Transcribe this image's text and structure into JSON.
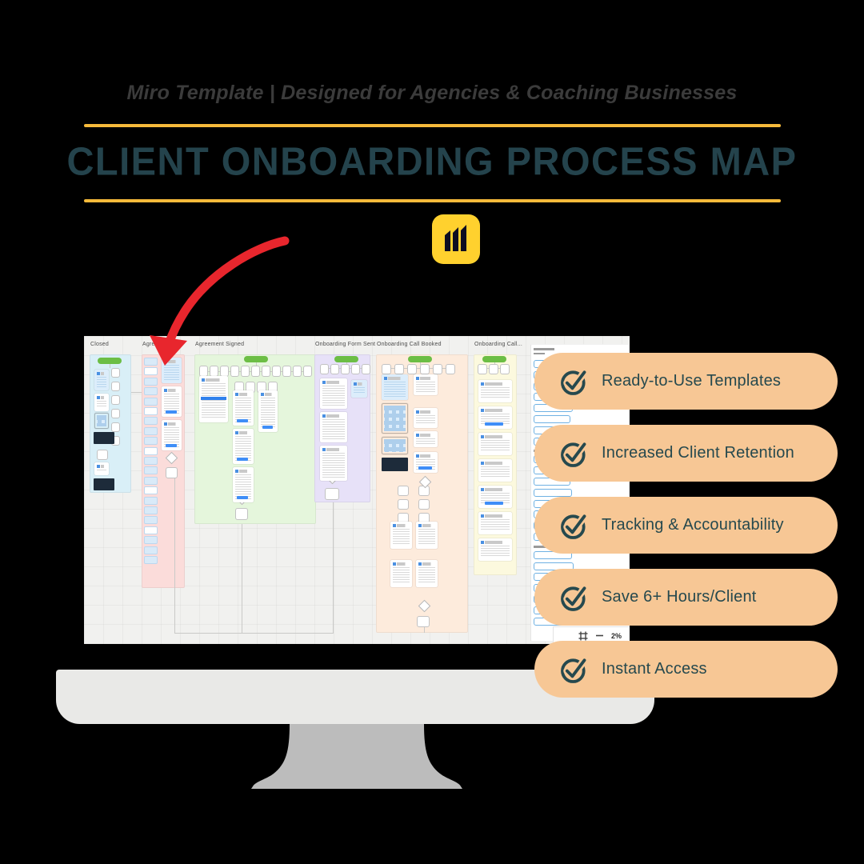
{
  "page": {
    "background": "#000000"
  },
  "header": {
    "subtitle": "Miro Template | Designed for Agencies & Coaching Businesses",
    "title": "CLIENT ONBOARDING PROCESS MAP",
    "subtitle_color": "#3b3b3b",
    "title_color": "#24434c",
    "accent_line_color": "#f6ba3b"
  },
  "logo": {
    "name": "miro-logo",
    "background": "#ffd12e",
    "mark_color": "#0d0d21"
  },
  "arrow": {
    "color": "#e8262d"
  },
  "monitor": {
    "screen_background": "#f1f1ef",
    "chin_color": "#e9e9e7",
    "stand_color": "#bcbcbc",
    "zoom_bar": {
      "zoom_value": "2%",
      "icons": [
        "frame-icon",
        "minus-icon"
      ]
    }
  },
  "board": {
    "sticker_green": "#6cbe45",
    "grid_color": "rgba(110,110,110,0.07)",
    "columns": [
      {
        "id": "closed",
        "label": "Closed",
        "color": "#d9eff7"
      },
      {
        "id": "agreement",
        "label": "Agreement",
        "color": "#fbdcda"
      },
      {
        "id": "signed",
        "label": "Agreement Signed",
        "color": "#e5f6dc"
      },
      {
        "id": "form",
        "label": "Onboarding Form Sent",
        "color": "#e7e1f8"
      },
      {
        "id": "call_booked",
        "label": "Onboarding Call Booked",
        "color": "#fdebdc"
      },
      {
        "id": "call_next",
        "label": "Onboarding Call...",
        "color": "#fcf9de"
      }
    ]
  },
  "benefits": {
    "pill_color": "#f7c795",
    "text_color": "#26494e",
    "icon": "check-circle-icon",
    "items": [
      {
        "label": "Ready-to-Use Templates"
      },
      {
        "label": "Increased Client Retention"
      },
      {
        "label": "Tracking & Accountability"
      },
      {
        "label": "Save 6+ Hours/Client"
      },
      {
        "label": "Instant Access"
      }
    ]
  }
}
